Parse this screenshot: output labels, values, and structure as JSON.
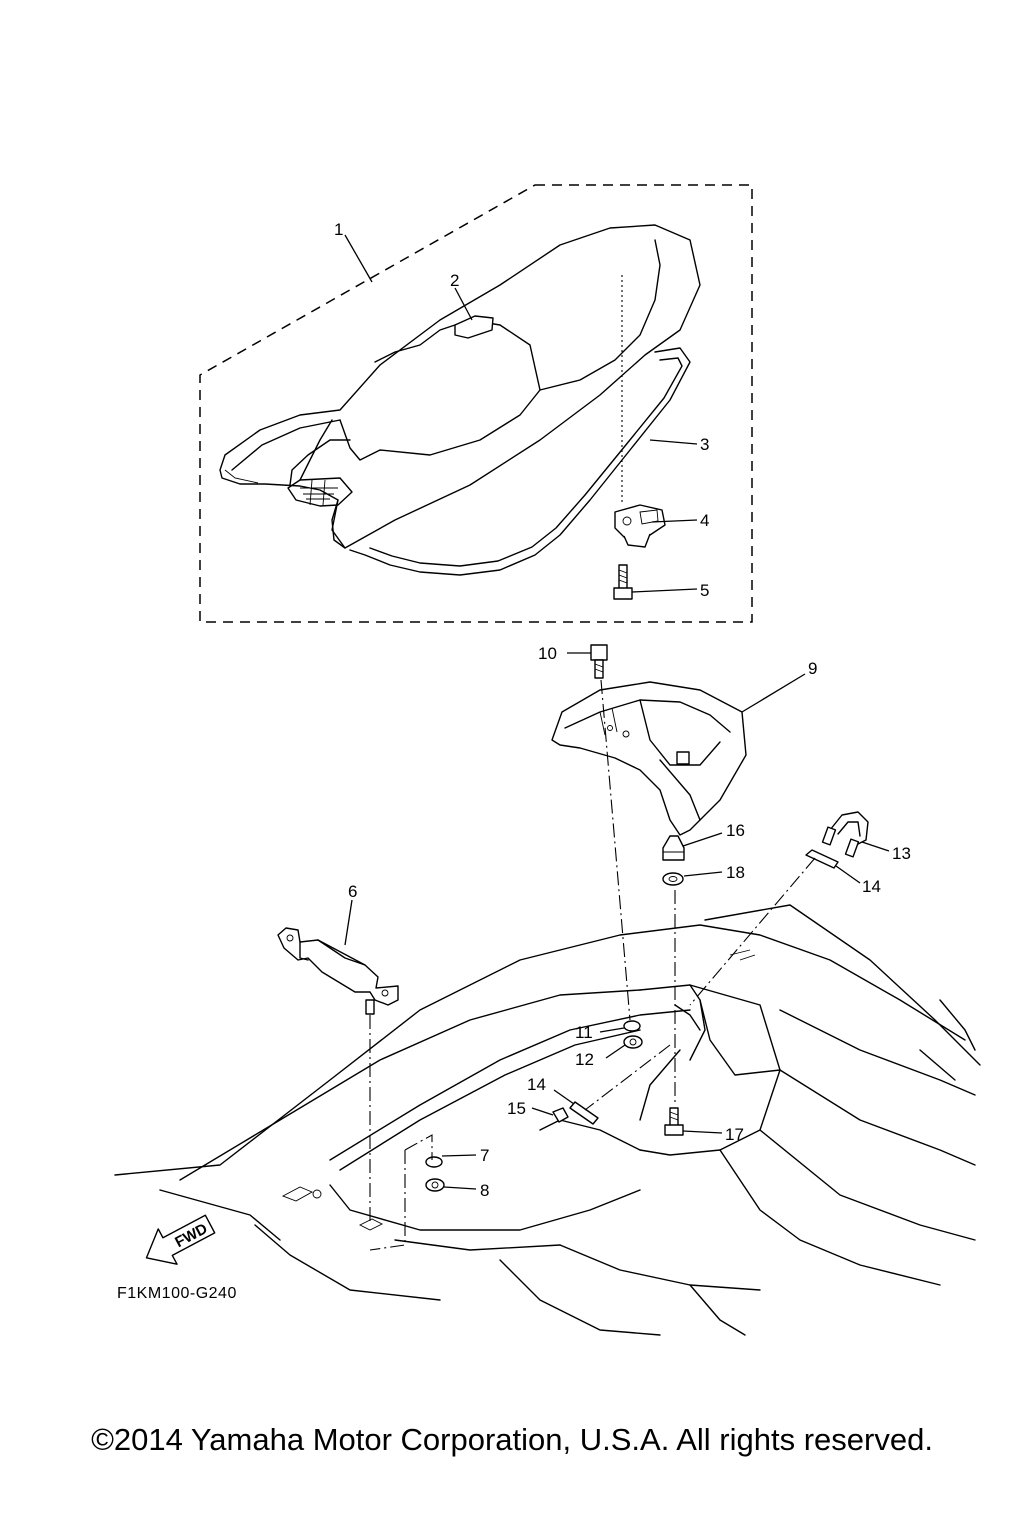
{
  "drawing_code": "F1KM100-G240",
  "copyright": "©2014 Yamaha Motor Corporation, U.S.A. All rights reserved.",
  "fwd_label": "FWD",
  "callouts": {
    "c1": "1",
    "c2": "2",
    "c3": "3",
    "c4": "4",
    "c5": "5",
    "c6": "6",
    "c7": "7",
    "c8": "8",
    "c9": "9",
    "c10": "10",
    "c11": "11",
    "c12": "12",
    "c13": "13",
    "c14a": "14",
    "c14b": "14",
    "c15": "15",
    "c16": "16",
    "c17": "17",
    "c18": "18"
  }
}
